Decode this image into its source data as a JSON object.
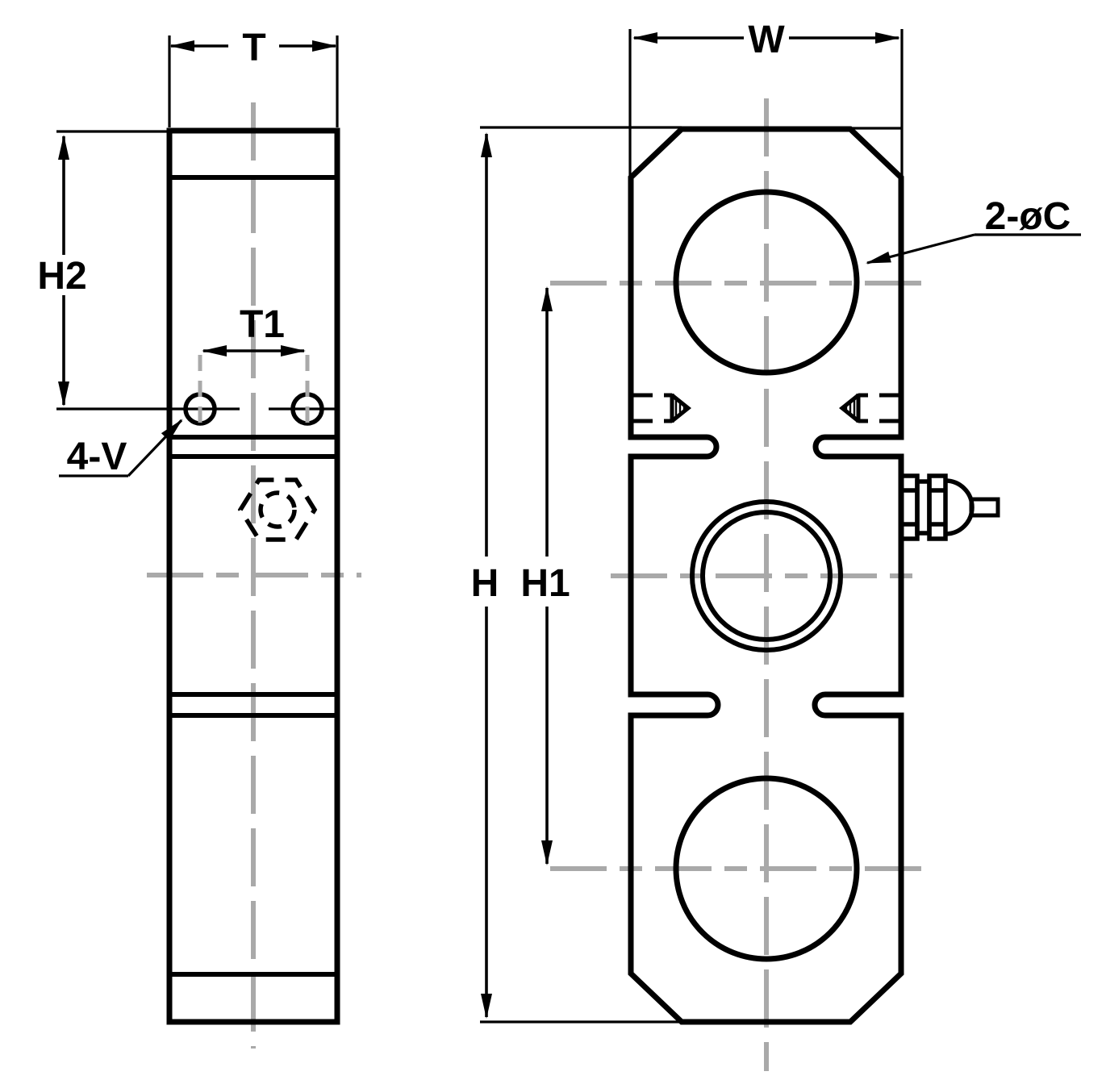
{
  "labels": {
    "t": "T",
    "w": "W",
    "h2": "H2",
    "t1": "T1",
    "four_v": "4-V",
    "h": "H",
    "h1": "H1",
    "two_c": "2-øC"
  },
  "colors": {
    "line": "#000000",
    "centerline": "#a9a9a9",
    "background": "#ffffff"
  }
}
